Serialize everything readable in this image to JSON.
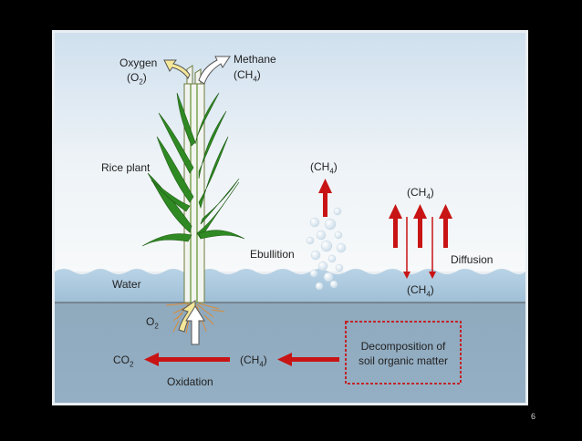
{
  "slide": {
    "page_number": "6"
  },
  "diagram": {
    "labels": {
      "oxygen": "Oxygen",
      "o2_top": "(O",
      "o2_top_sub": "2",
      "o2_top_close": ")",
      "methane": "Methane",
      "ch4_top_open": "(CH",
      "ch4_top_sub": "4",
      "ch4_top_close": ")",
      "rice_plant": "Rice plant",
      "ch4_ebullition_open": "(CH",
      "ch4_ebullition_sub": "4",
      "ch4_ebullition_close": ")",
      "ebullition": "Ebullition",
      "ch4_diffusion_top_open": "(CH",
      "ch4_diffusion_top_sub": "4",
      "ch4_diffusion_top_close": ")",
      "diffusion": "Diffusion",
      "ch4_diffusion_bottom_open": "(CH",
      "ch4_diffusion_bottom_sub": "4",
      "ch4_diffusion_bottom_close": ")",
      "water": "Water",
      "o2_root": "O",
      "o2_root_sub": "2",
      "co2": "CO",
      "co2_sub": "2",
      "ch4_soil_open": "(CH",
      "ch4_soil_sub": "4",
      "ch4_soil_close": ")",
      "oxidation": "Oxidation",
      "decomposition_line1": "Decomposition of",
      "decomposition_line2": "soil organic matter"
    },
    "colors": {
      "sky_top": "#cfe0ee",
      "sky_bottom": "#f6f8f9",
      "water": "#a9c7de",
      "soil": "#8ea9bf",
      "arrow_red": "#c81414",
      "leaf_green": "#2e8a22",
      "dashed_box": "#c81414"
    }
  }
}
